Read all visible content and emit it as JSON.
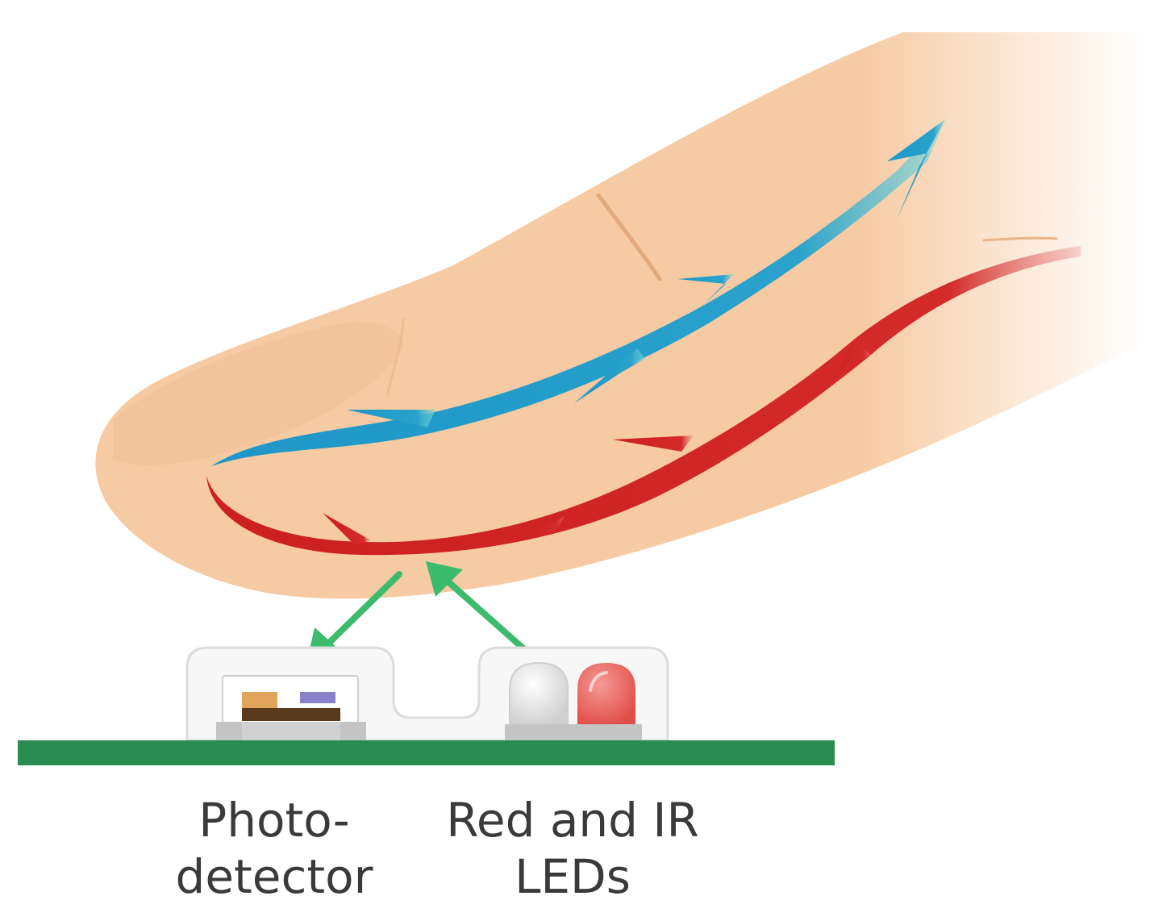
{
  "labels": {
    "photodetector_line1": "Photo-",
    "photodetector_line2": "detector",
    "leds_line1": "Red and IR",
    "leds_line2": "LEDs"
  },
  "colors": {
    "skin": "#f6caa2",
    "skin_shadow": "#eab48a",
    "vein": "#1e96c8",
    "artery": "#cc1f1f",
    "arrow": "#3cbb6c",
    "pcb": "#2b8c52",
    "housing": "#f7f7f7",
    "housing_border": "#d9d9d9",
    "led_ir": "#d6d6d6",
    "led_red": "#e8615c",
    "detector_brown": "#5a3a1c",
    "detector_orange": "#e0a55a",
    "detector_purple": "#8a82c8",
    "label_text": "#3a3a3a"
  },
  "icons": {
    "finger": "finger-illustration",
    "vein": "vein-arrow-icon",
    "artery": "artery-arrow-icon",
    "light_path": "light-arrow-icon",
    "photodetector": "photodetector-icon",
    "led": "led-icon"
  }
}
